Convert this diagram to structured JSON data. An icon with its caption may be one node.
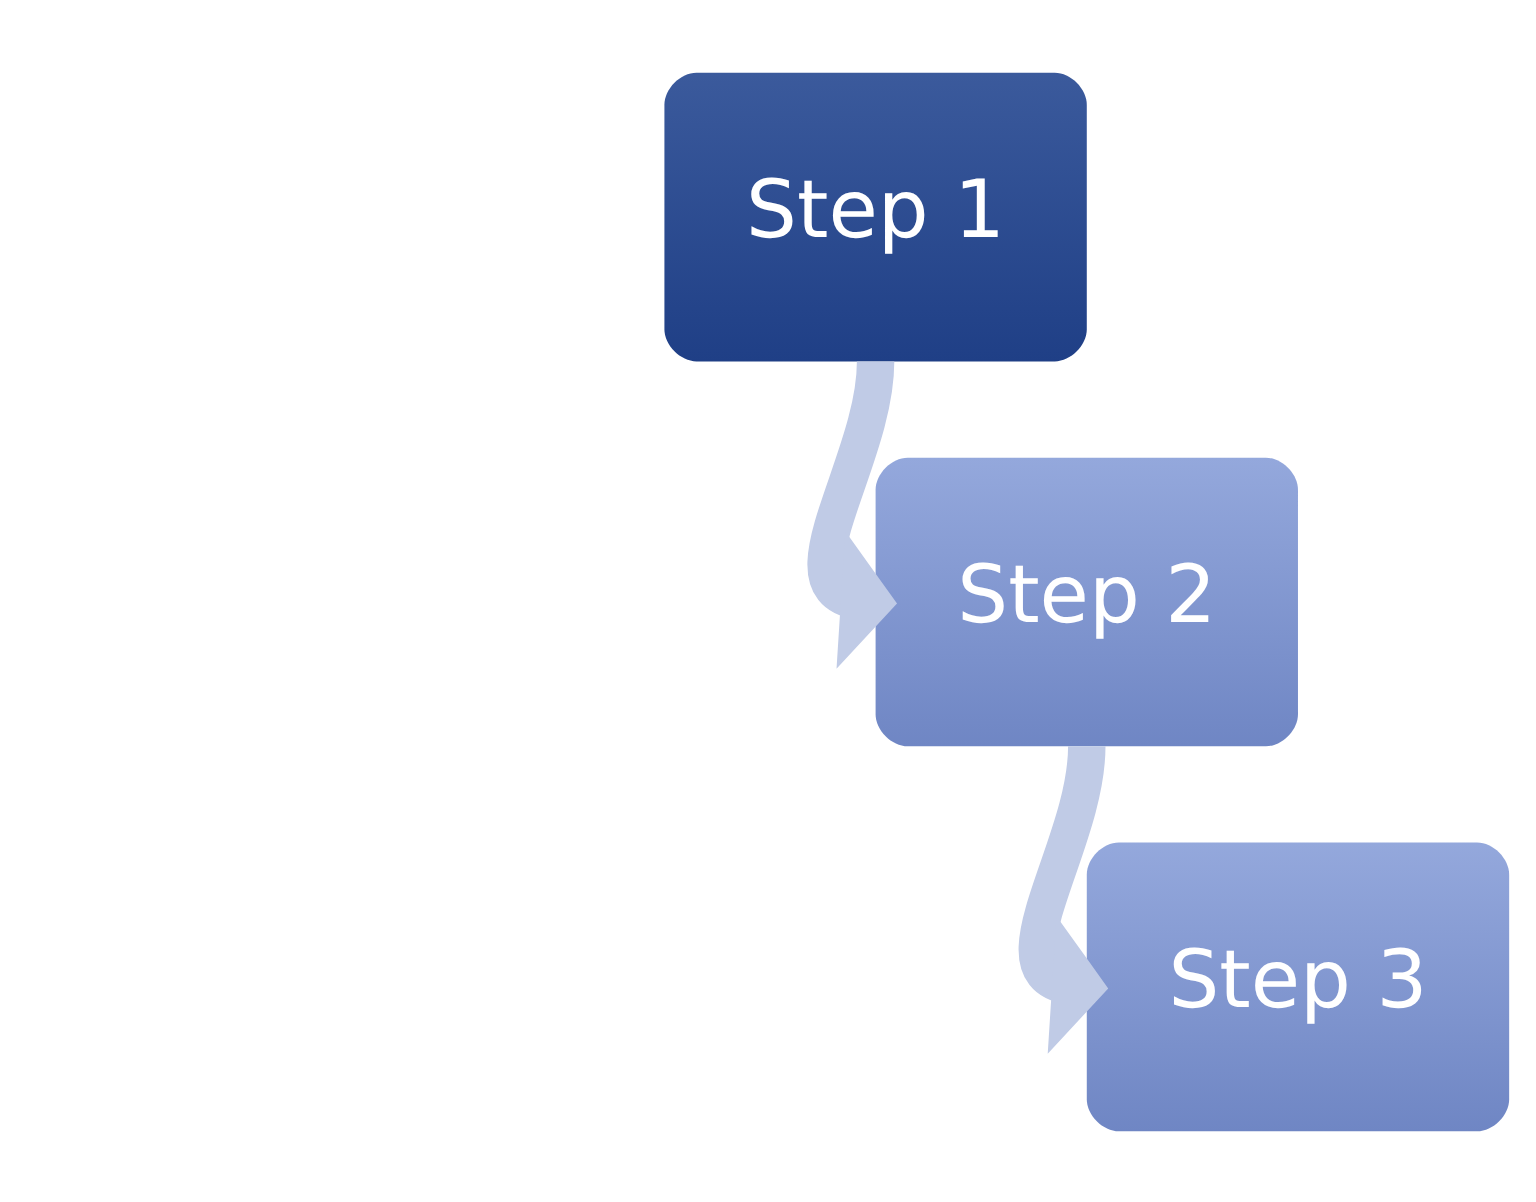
{
  "diagram": {
    "nodes": [
      {
        "text": [
          "Step 1"
        ]
      },
      {
        "text": [
          "Step 2"
        ]
      },
      {
        "text": [
          "Step 3"
        ]
      }
    ],
    "edges": [
      {
        "from": 0,
        "to": 1,
        "arrow": "to"
      },
      {
        "from": 1,
        "to": 2,
        "arrow": "to"
      }
    ]
  }
}
